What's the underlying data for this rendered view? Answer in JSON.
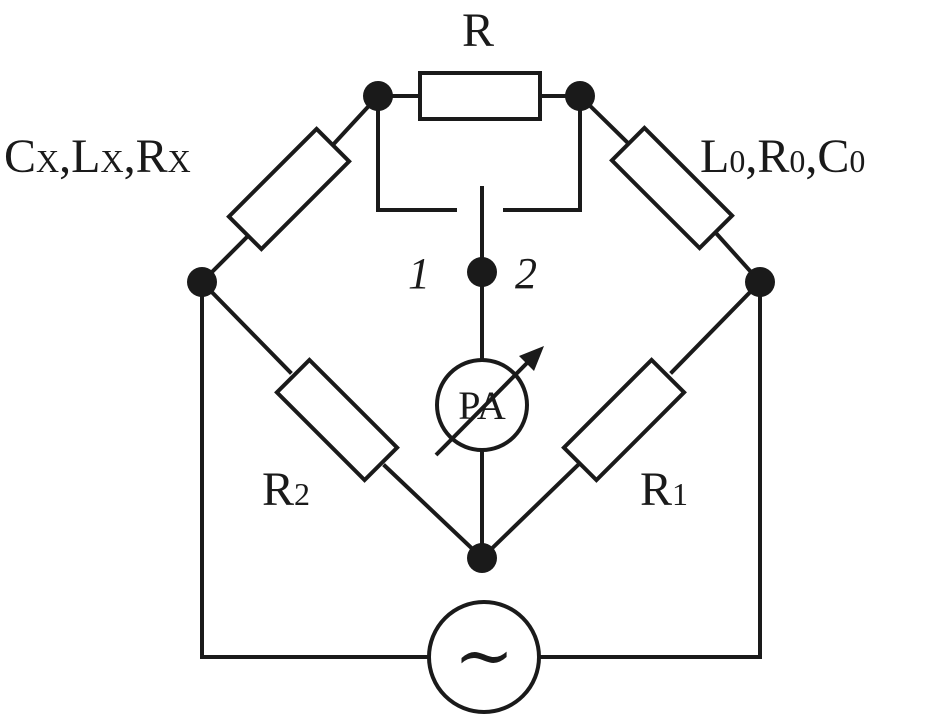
{
  "labels": {
    "top_resistor": "R",
    "left_arm": {
      "c": "C",
      "c_sub": "X",
      "l": "L",
      "l_sub": "X",
      "r": "R",
      "r_sub": "X"
    },
    "right_arm": {
      "l": "L",
      "l_sub": "0",
      "r": "R",
      "r_sub": "0",
      "c": "C",
      "c_sub": "0"
    },
    "r2": {
      "main": "R",
      "sub": "2"
    },
    "r1": {
      "main": "R",
      "sub": "1"
    },
    "switch_pos_1": "1",
    "switch_pos_2": "2",
    "meter": "PA",
    "source_symbol": "~",
    "comma": ","
  },
  "colors": {
    "line": "#1a1a1a",
    "background": "#ffffff"
  }
}
